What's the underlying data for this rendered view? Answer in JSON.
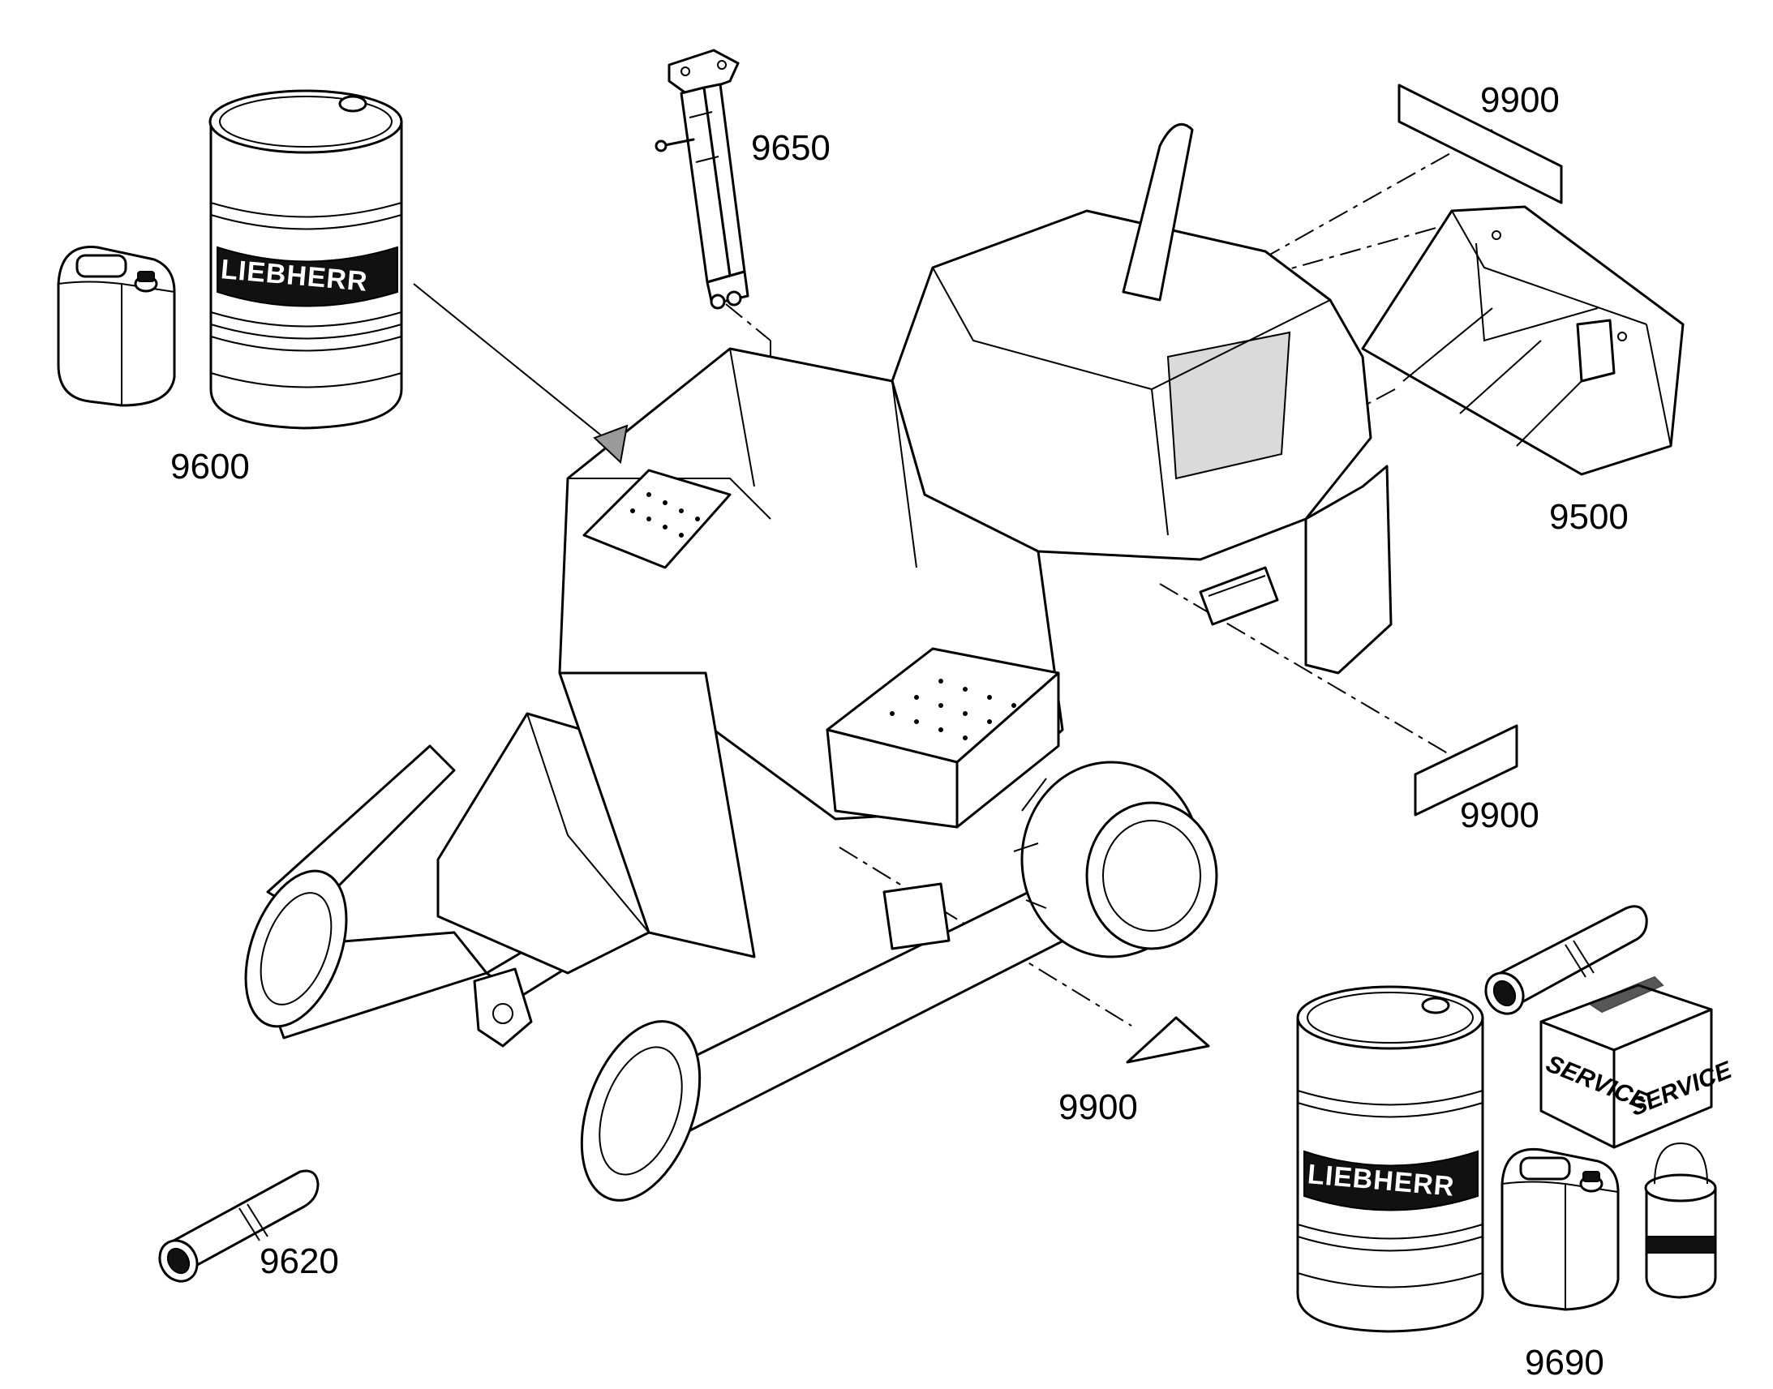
{
  "callouts": {
    "c9600": "9600",
    "c9650": "9650",
    "c9900_top": "9900",
    "c9500": "9500",
    "c9900_right": "9900",
    "c9900_bottom": "9900",
    "c9620": "9620",
    "c9690": "9690"
  },
  "logos": {
    "drum_brand": "LIEBHERR",
    "box_left": "SERVICE",
    "box_right": "SERVICE"
  },
  "icons": {
    "canister": "canister-icon",
    "drum": "oil-drum-icon",
    "cylinder": "hydraulic-cylinder-icon",
    "decal": "decal-sheet-icon",
    "guard": "guard-plate-icon",
    "tube": "rolled-tube-icon",
    "box": "service-box-icon",
    "paint": "paint-can-icon",
    "arrow": "triangle-arrow-icon"
  }
}
